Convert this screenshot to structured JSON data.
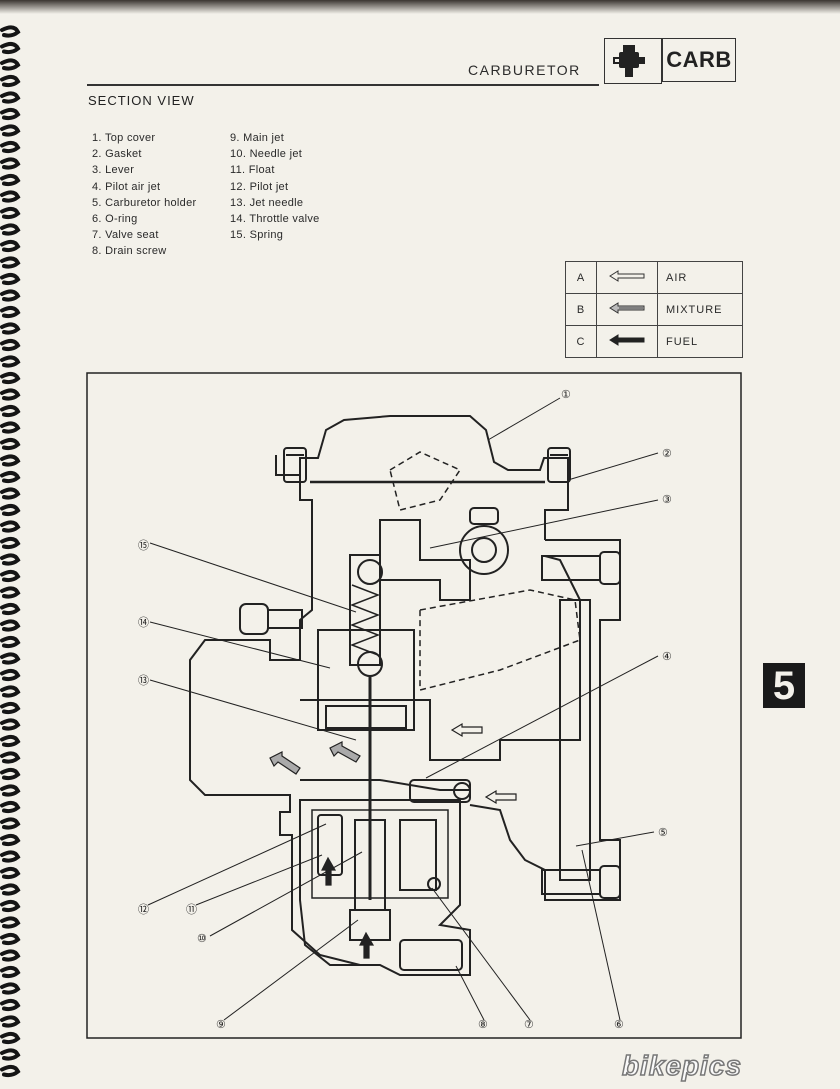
{
  "header": {
    "title": "CARBURETOR",
    "badge": "CARB",
    "icon": "carburetor-icon"
  },
  "section_heading": "SECTION VIEW",
  "parts_list": [
    {
      "num": "1.",
      "name": "Top cover"
    },
    {
      "num": "2.",
      "name": "Gasket"
    },
    {
      "num": "3.",
      "name": "Lever"
    },
    {
      "num": "4.",
      "name": "Pilot air jet"
    },
    {
      "num": "5.",
      "name": "Carburetor holder"
    },
    {
      "num": "6.",
      "name": "O-ring"
    },
    {
      "num": "7.",
      "name": "Valve seat"
    },
    {
      "num": "8.",
      "name": "Drain screw"
    },
    {
      "num": "9.",
      "name": "Main jet"
    },
    {
      "num": "10.",
      "name": "Needle jet"
    },
    {
      "num": "11.",
      "name": "Float"
    },
    {
      "num": "12.",
      "name": "Pilot jet"
    },
    {
      "num": "13.",
      "name": "Jet needle"
    },
    {
      "num": "14.",
      "name": "Throttle valve"
    },
    {
      "num": "15.",
      "name": "Spring"
    }
  ],
  "legend": [
    {
      "key": "A",
      "label": "AIR",
      "arrow": "outline-arrow-left"
    },
    {
      "key": "B",
      "label": "MIXTURE",
      "arrow": "hatched-arrow-left"
    },
    {
      "key": "C",
      "label": "FUEL",
      "arrow": "solid-arrow-left"
    }
  ],
  "callouts": [
    "①",
    "②",
    "③",
    "④",
    "⑤",
    "⑥",
    "⑦",
    "⑧",
    "⑨",
    "⑩",
    "⑪",
    "⑫",
    "⑬",
    "⑭",
    "⑮"
  ],
  "chapter_tab": "5",
  "watermark": "bikepics",
  "colors": {
    "paper": "#f3f1ea",
    "ink": "#222222",
    "tab": "#1a1a1a"
  }
}
